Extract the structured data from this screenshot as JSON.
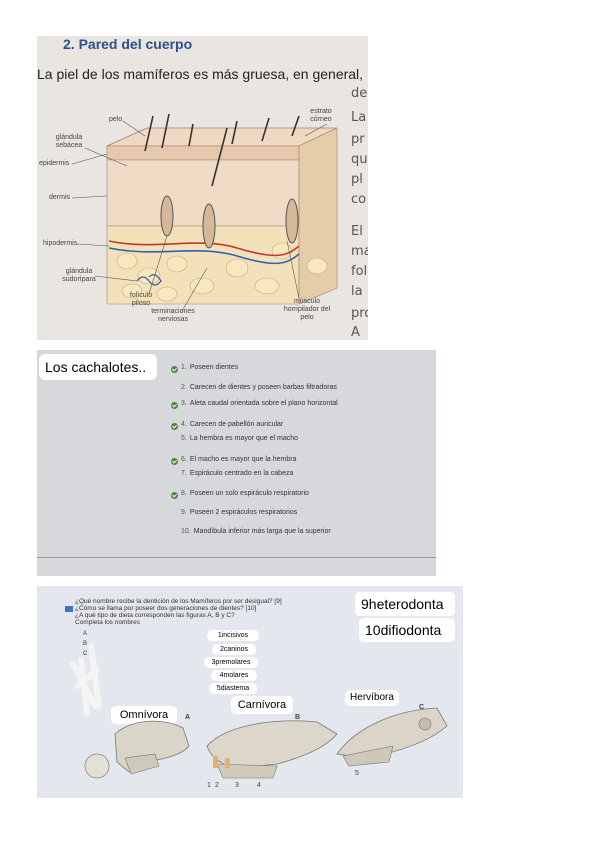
{
  "panel1": {
    "heading": "2. Pared del cuerpo",
    "intro": "La piel de los mamíferos es más gruesa, en general,",
    "right_fragments": [
      "de",
      "La",
      "pr",
      "qu",
      "pl",
      "co",
      "El",
      "ma",
      "fol",
      "la",
      "pro",
      "A r"
    ],
    "labels": {
      "pelo": "pelo",
      "estrato": "estrato córneo",
      "glandula_sebacea": "glándula sebácea",
      "epidermis": "epidermis",
      "dermis": "dermis",
      "hipodermis": "hipodermis",
      "glandula_sudoripara": "glándula sudorípara",
      "foliculo": "folículo piloso",
      "terminaciones": "terminaciones nerviosas",
      "musculo": "músculo horripilador del pelo"
    }
  },
  "panel2": {
    "title": "Los cachalotes..",
    "options": [
      {
        "n": "1.",
        "text": "Poseen dientes",
        "checked": true
      },
      {
        "n": "2.",
        "text": "Carecen de dientes y poseen barbas filtradoras",
        "checked": false
      },
      {
        "n": "3.",
        "text": "Aleta caudal orientada sobre el plano horizontal",
        "checked": true
      },
      {
        "n": "4.",
        "text": "Carecen de pabellón auricular",
        "checked": true
      },
      {
        "n": "5.",
        "text": "La hembra es mayor que el macho",
        "checked": false
      },
      {
        "n": "6.",
        "text": "El macho es mayor que la hembra",
        "checked": true
      },
      {
        "n": "7.",
        "text": "Espiráculo centrado en la cabeza",
        "checked": false
      },
      {
        "n": "8.",
        "text": "Poseen un solo espiráculo respiratorio",
        "checked": true
      },
      {
        "n": "9.",
        "text": "Poseen 2 espiráculos respiratorios",
        "checked": false
      },
      {
        "n": "10.",
        "text": "Mandíbula inferior más larga que la superior",
        "checked": false
      }
    ]
  },
  "panel3": {
    "questions": [
      "¿Qué nombre recibe la dentición de los Mamíferos por ser desigual? [9]",
      "¿Cómo se llama por poseer dos generaciones de dientes? [10]",
      "¿A qué tipo de dieta corresponden las figuras A, B y C?",
      "Completa los nombres"
    ],
    "answer9": "9heterodonta",
    "answer10": "10difiodonta",
    "teeth_list": [
      "1incisivos",
      "2caninos",
      "3premolares",
      "4molares",
      "5diastema"
    ],
    "diet_labels": {
      "omnivora": "Omnívora",
      "carnivora": "Carnívora",
      "hervibora": "Hervíbora"
    },
    "figure_letters": [
      "A",
      "B",
      "C"
    ],
    "abc_letters": [
      "A",
      "B",
      "C"
    ],
    "numbers": [
      "1",
      "2",
      "3",
      "4",
      "5"
    ]
  },
  "colors": {
    "heading_blue": "#2d4f8c",
    "check_green": "#4c8a3a",
    "panel2_bg": "#d7d8dc",
    "panel3_bg": "#e5e7ee"
  }
}
